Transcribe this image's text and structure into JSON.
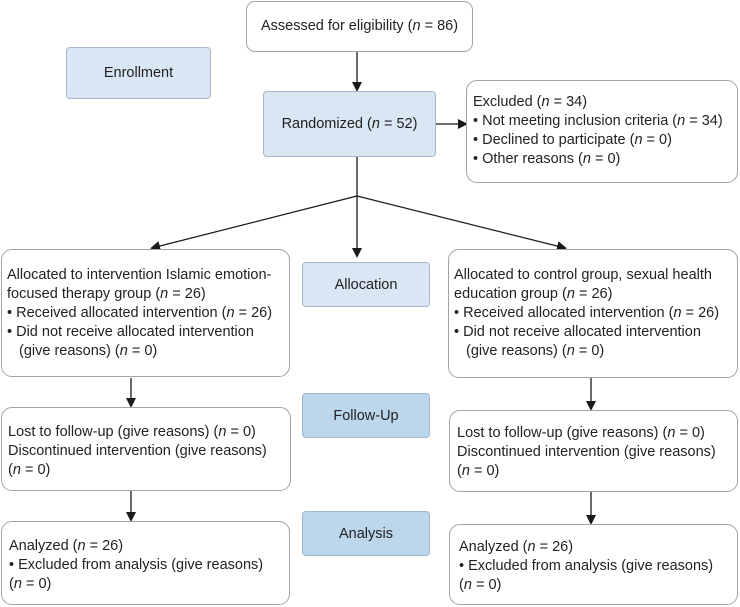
{
  "eligibility": {
    "pre": "Assessed for eligibility (",
    "n": "n",
    "post": " = 86)"
  },
  "stages": {
    "enrollment": "Enrollment",
    "allocation": "Allocation",
    "followup": "Follow-Up",
    "analysis": "Analysis"
  },
  "randomized": {
    "pre": "Randomized (",
    "n": "n",
    "post": " = 52)"
  },
  "excluded": {
    "l1": {
      "pre": "Excluded (",
      "n": "n",
      "post": " = 34)"
    },
    "l2": {
      "pre": "• Not meeting inclusion criteria (",
      "n": "n",
      "post": " = 34)"
    },
    "l3": {
      "pre": "• Declined to participate (",
      "n": "n",
      "post": " = 0)"
    },
    "l4": {
      "pre": "• Other reasons (",
      "n": "n",
      "post": " = 0)"
    }
  },
  "alloc_left": {
    "l1": "Allocated to intervention Islamic emotion-",
    "l2": {
      "pre": "focused therapy group (",
      "n": "n",
      "post": " = 26)"
    },
    "l3": {
      "pre": "• Received allocated intervention (",
      "n": "n",
      "post": " = 26)"
    },
    "l4": "• Did not receive allocated intervention",
    "l5": {
      "pre": "(give reasons) (",
      "n": "n",
      "post": " = 0)"
    }
  },
  "alloc_right": {
    "l1": "Allocated to control group, sexual health",
    "l2": {
      "pre": "education group (",
      "n": "n",
      "post": " = 26)"
    },
    "l3": {
      "pre": "• Received allocated intervention (",
      "n": "n",
      "post": " = 26)"
    },
    "l4": "• Did not receive allocated intervention",
    "l5": {
      "pre": "(give reasons) (",
      "n": "n",
      "post": " = 0)"
    }
  },
  "follow_left": {
    "l1": {
      "pre": "Lost to follow-up (give reasons) (",
      "n": "n",
      "post": " = 0)"
    },
    "l2": "Discontinued intervention (give reasons)",
    "l3": {
      "pre": "(",
      "n": "n",
      "post": " = 0)"
    }
  },
  "follow_right": {
    "l1": {
      "pre": "Lost to follow-up (give reasons) (",
      "n": "n",
      "post": " = 0)"
    },
    "l2": "Discontinued intervention (give reasons)",
    "l3": {
      "pre": "(",
      "n": "n",
      "post": " = 0)"
    }
  },
  "analysis_left": {
    "l1": {
      "pre": "Analyzed (",
      "n": "n",
      "post": " = 26)"
    },
    "l2": "• Excluded from analysis (give reasons)",
    "l3": {
      "pre": "(",
      "n": "n",
      "post": " = 0)"
    }
  },
  "analysis_right": {
    "l1": {
      "pre": "Analyzed (",
      "n": "n",
      "post": " = 26)"
    },
    "l2": "• Excluded from analysis (give reasons)",
    "l3": {
      "pre": "(",
      "n": "n",
      "post": " = 0)"
    }
  }
}
